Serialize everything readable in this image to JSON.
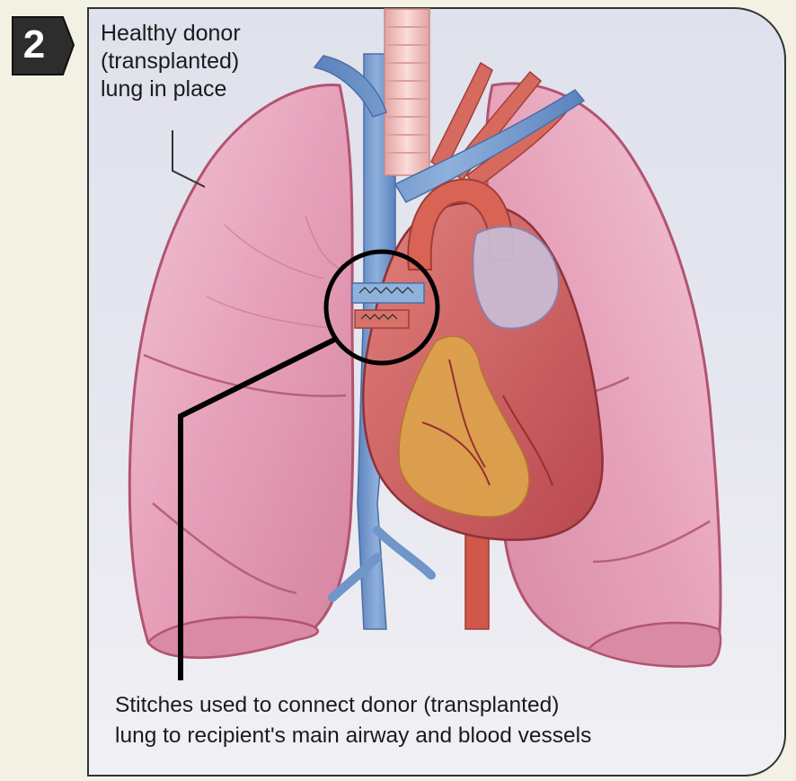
{
  "step": {
    "number": "2"
  },
  "labels": {
    "donor_lung": [
      "Healthy donor",
      "(transplanted)",
      "lung in place"
    ],
    "stitches": [
      "Stitches used to connect donor (transplanted)",
      "lung to recipient's main airway and blood vessels"
    ]
  },
  "colors": {
    "lung": "#e7a4bd",
    "lung_dark": "#b5536f",
    "heart": "#c8545a",
    "fat": "#d9a04a",
    "vein": "#6f95c9",
    "artery": "#cf5848",
    "trachea": "#f2c4c0",
    "callout": "#000000"
  }
}
